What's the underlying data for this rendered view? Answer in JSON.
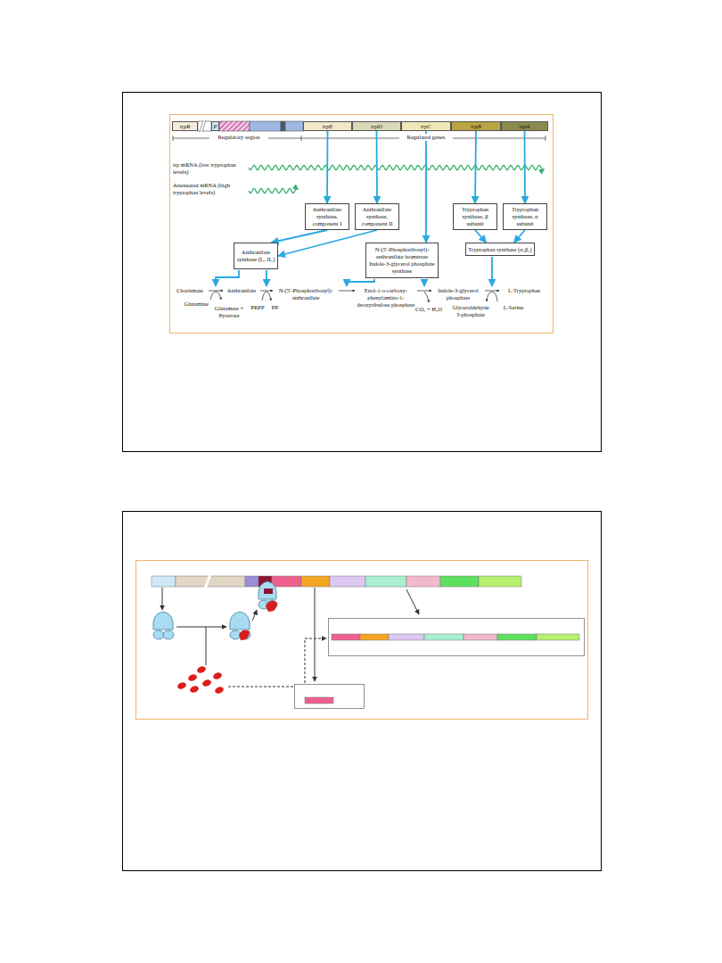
{
  "diagram": {
    "nodes": [
      {
        "text": [
          "trpR"
        ]
      },
      {
        "text": [
          "P"
        ]
      },
      {
        "text": [
          "trpE"
        ]
      },
      {
        "text": [
          "trpD"
        ]
      },
      {
        "text": [
          "trpC"
        ]
      },
      {
        "text": [
          "trpB"
        ]
      },
      {
        "text": [
          "trpA"
        ]
      },
      {
        "text": [
          "Anthranilate synthase, component I"
        ]
      },
      {
        "text": [
          "Anthranilate synthase, component II"
        ]
      },
      {
        "text": [
          "Tryptophan synthase, β subunit"
        ]
      },
      {
        "text": [
          "Tryptophan synthase, α subunit"
        ]
      },
      {
        "text": [
          "Anthranilate synthase (I₂, II₂)"
        ]
      },
      {
        "text": [
          "N-(5′-Phosphoribosyl)-anthranilate isomerase Indole-3-glycerol phosphate synthase"
        ]
      },
      {
        "text": [
          "Tryptophan synthase (α₂β₂)"
        ]
      }
    ],
    "edges": [
      {
        "from": 2,
        "to": 7,
        "arrow": "to"
      },
      {
        "from": 3,
        "to": 8,
        "arrow": "to"
      },
      {
        "from": 4,
        "to": 12,
        "arrow": "to"
      },
      {
        "from": 5,
        "to": 9,
        "arrow": "to"
      },
      {
        "from": 6,
        "to": 10,
        "arrow": "to"
      },
      {
        "from": 7,
        "to": 11,
        "arrow": "to"
      },
      {
        "from": 8,
        "to": 11,
        "arrow": "to"
      },
      {
        "from": 9,
        "to": 13,
        "arrow": "to"
      },
      {
        "from": 10,
        "to": 13,
        "arrow": "to"
      }
    ],
    "labels": [
      "Regulatory region",
      "Regulated genes",
      "trp mRNA (low tryptophan levels)",
      "Attenuated mRNA (high tryptophan levels)",
      "Chorismate",
      "Anthranilate",
      "N-(5′-Phosphoribosyl)-anthranilate",
      "Enol-1-o-carboxy-phenylamino-1-deoxyribulose phosphate",
      "Indole-3-glycerol phosphate",
      "L-Tryptophan",
      "Glutamine",
      "Glutamate + Pyruvate",
      "PRPP",
      "PPᵢ",
      "CO₂ + H₂O",
      "Glyceraldehyde 3-phosphate",
      "L-Serine"
    ]
  }
}
